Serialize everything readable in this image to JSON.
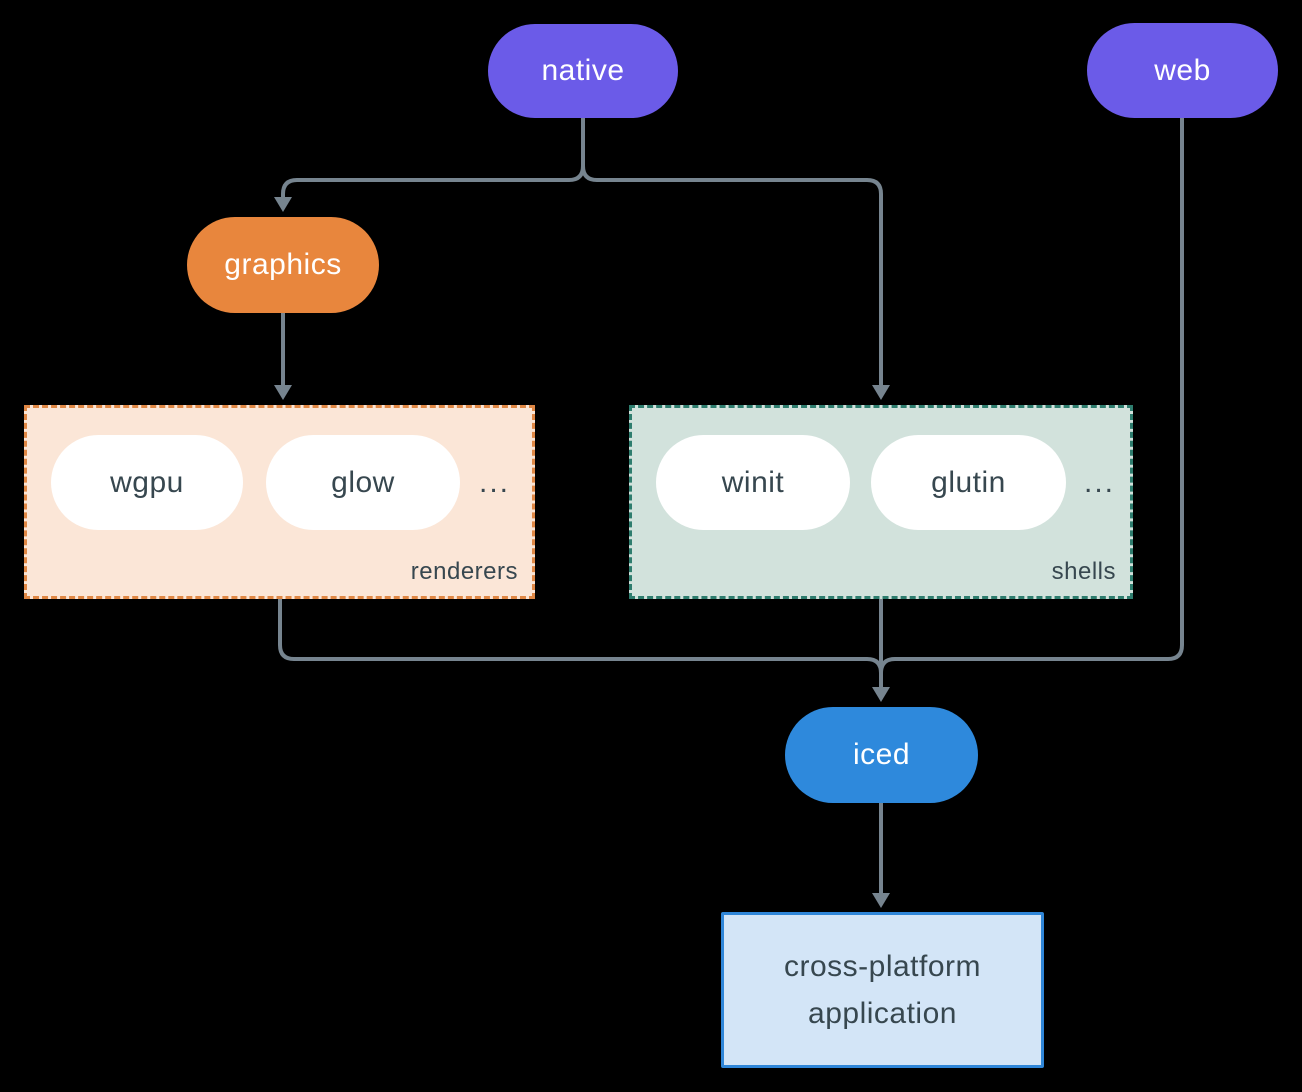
{
  "diagram": {
    "nodes": {
      "native": {
        "label": "native"
      },
      "web": {
        "label": "web"
      },
      "graphics": {
        "label": "graphics"
      },
      "iced": {
        "label": "iced"
      },
      "application": {
        "lines": [
          "cross-platform",
          "application"
        ]
      }
    },
    "groups": {
      "renderers": {
        "label": "renderers",
        "items": [
          "wgpu",
          "glow"
        ],
        "ellipsis": "..."
      },
      "shells": {
        "label": "shells",
        "items": [
          "winit",
          "glutin"
        ],
        "ellipsis": "..."
      }
    }
  },
  "colors": {
    "purple": "#6B5BE8",
    "orange": "#E8863D",
    "blue": "#2E89DC",
    "renderers_fill": "#FBE6D7",
    "renderers_border": "#E08845",
    "shells_fill": "#D2E2DC",
    "shells_border": "#2E7D6E",
    "app_fill": "#D3E5F7",
    "app_border": "#2F86D8",
    "connector": "#76848F",
    "text_dark": "#37474F",
    "pill_text": "#FFFFFF",
    "bg": "#000000"
  }
}
